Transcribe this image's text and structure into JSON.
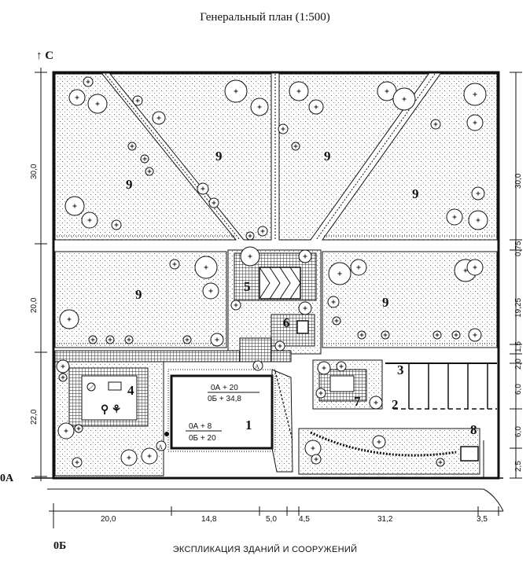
{
  "title": "Генеральный план (1:500)",
  "footer": "ЭКСПЛИКАЦИЯ ЗДАНИЙ И СООРУЖЕНИЙ",
  "north": "↑ С",
  "axis_a": "0А",
  "axis_b": "0Б",
  "zones": [
    "1",
    "2",
    "3",
    "4",
    "5",
    "6",
    "7",
    "8",
    "9"
  ],
  "building": {
    "elev_top": "0А + 20",
    "elev_top_b": "0Б + 34,8",
    "elev_bottom": "0А + 8",
    "elev_bottom_b": "0Б + 20"
  },
  "node_marker": "А",
  "dims_bottom": [
    "20,0",
    "14,8",
    "5,0",
    "4,5",
    "31,2",
    "3,5"
  ],
  "dims_left": [
    "30,0",
    "20,0",
    "22,0"
  ],
  "dims_right": [
    "30,0",
    "0,75",
    "19,25",
    "1,5",
    "2,0",
    "6,0",
    "6,0",
    "2,5"
  ]
}
